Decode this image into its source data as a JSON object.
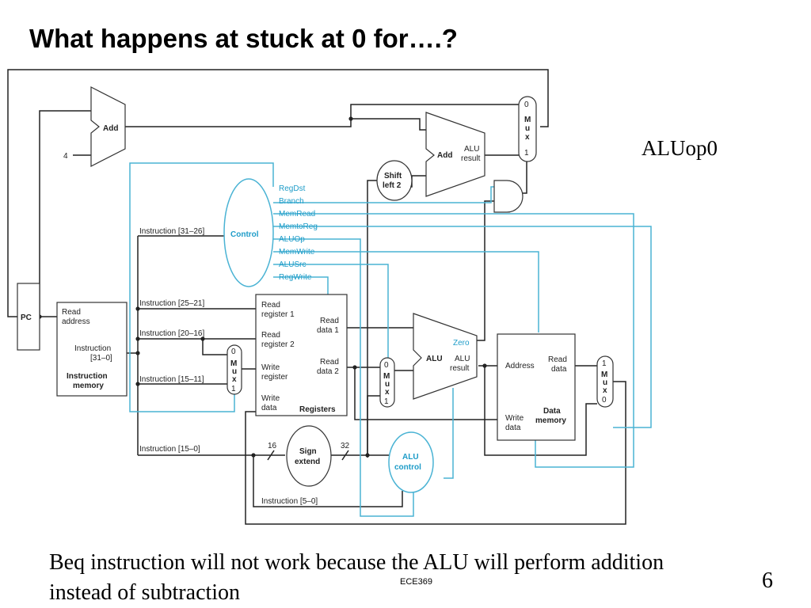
{
  "slide": {
    "title": "What happens at stuck at 0 for….?",
    "side_note": "ALUop0",
    "caption": "Beq instruction will not work because the ALU will perform addition instead of subtraction",
    "footer": "ECE369",
    "page_number": "6"
  },
  "diagram": {
    "add_top": "Add",
    "const_four": "4",
    "pc": "PC",
    "imem_read": "Read",
    "imem_address": "address",
    "imem_instruction": "Instruction",
    "imem_bits": "[31–0]",
    "imem_instruction2": "Instruction",
    "imem_memory": "memory",
    "instr_31_26": "Instruction [31–26]",
    "instr_25_21": "Instruction [25–21]",
    "instr_20_16": "Instruction [20–16]",
    "instr_15_11": "Instruction [15–11]",
    "instr_15_0": "Instruction [15–0]",
    "instr_5_0": "Instruction [5–0]",
    "control": "Control",
    "ctrl_regdst": "RegDst",
    "ctrl_branch": "Branch",
    "ctrl_memread": "MemRead",
    "ctrl_memtoreg": "MemtoReg",
    "ctrl_aluop": "ALUOp",
    "ctrl_memwrite": "MemWrite",
    "ctrl_alusrc": "ALUSrc",
    "ctrl_regwrite": "RegWrite",
    "shift_l1": "Shift",
    "shift_l2": "left 2",
    "add_branch": "Add",
    "alu_result_1": "ALU",
    "alu_result_2": "result",
    "reg_read1_a": "Read",
    "reg_read1_b": "register 1",
    "reg_read2_a": "Read",
    "reg_read2_b": "register 2",
    "reg_write_a": "Write",
    "reg_write_b": "register",
    "reg_wdata_a": "Write",
    "reg_wdata_b": "data",
    "reg_rd1_a": "Read",
    "reg_rd1_b": "data 1",
    "reg_rd2_a": "Read",
    "reg_rd2_b": "data 2",
    "registers": "Registers",
    "alu": "ALU",
    "zero": "Zero",
    "alu_res_a": "ALU",
    "alu_res_b": "result",
    "dmem_address": "Address",
    "dmem_read_a": "Read",
    "dmem_read_b": "data",
    "dmem_write_a": "Write",
    "dmem_write_b": "data",
    "dmem_name_a": "Data",
    "dmem_name_b": "memory",
    "sign_a": "Sign",
    "sign_b": "extend",
    "width_16": "16",
    "width_32": "32",
    "aluctl_a": "ALU",
    "aluctl_b": "control",
    "mux_0": "0",
    "mux_1": "1",
    "mux_m": "M",
    "mux_u": "u",
    "mux_x": "x"
  },
  "colors": {
    "control_signal": "#4ab3d4",
    "datapath": "#222222"
  }
}
